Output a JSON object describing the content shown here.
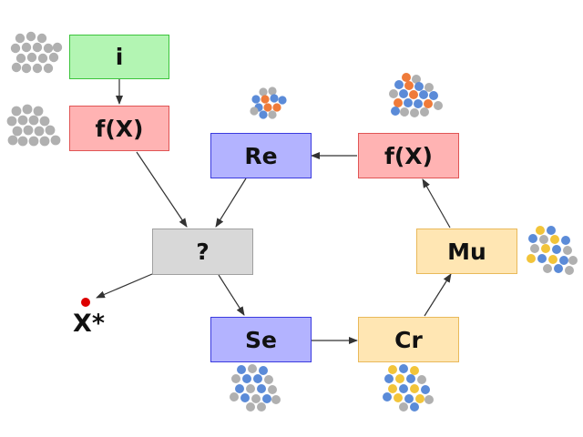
{
  "diagram": {
    "nodes": {
      "init": {
        "label": "i",
        "fill": "#b3f5b3",
        "stroke": "#3cc43c"
      },
      "eval_top": {
        "label": "f(X)",
        "fill": "#ffb3b3",
        "stroke": "#e05555"
      },
      "decision": {
        "label": "?",
        "fill": "#d8d8d8",
        "stroke": "#a0a0a0"
      },
      "replace": {
        "label": "Re",
        "fill": "#b3b3ff",
        "stroke": "#3b3bdf"
      },
      "eval_right": {
        "label": "f(X)",
        "fill": "#ffb3b3",
        "stroke": "#e05555"
      },
      "select": {
        "label": "Se",
        "fill": "#b3b3ff",
        "stroke": "#3b3bdf"
      },
      "crossover": {
        "label": "Cr",
        "fill": "#ffe6b3",
        "stroke": "#e9b95a"
      },
      "mutate": {
        "label": "Mu",
        "fill": "#ffe6b3",
        "stroke": "#e9b95a"
      }
    },
    "result_label": "X*",
    "result_color": "#dd0000",
    "edge_color": "#333333",
    "dot_colors": {
      "gray": "#b0b0b0",
      "blue": "#5b8bd8",
      "orange": "#ef7b3a",
      "yellow": "#f2c43a"
    }
  }
}
